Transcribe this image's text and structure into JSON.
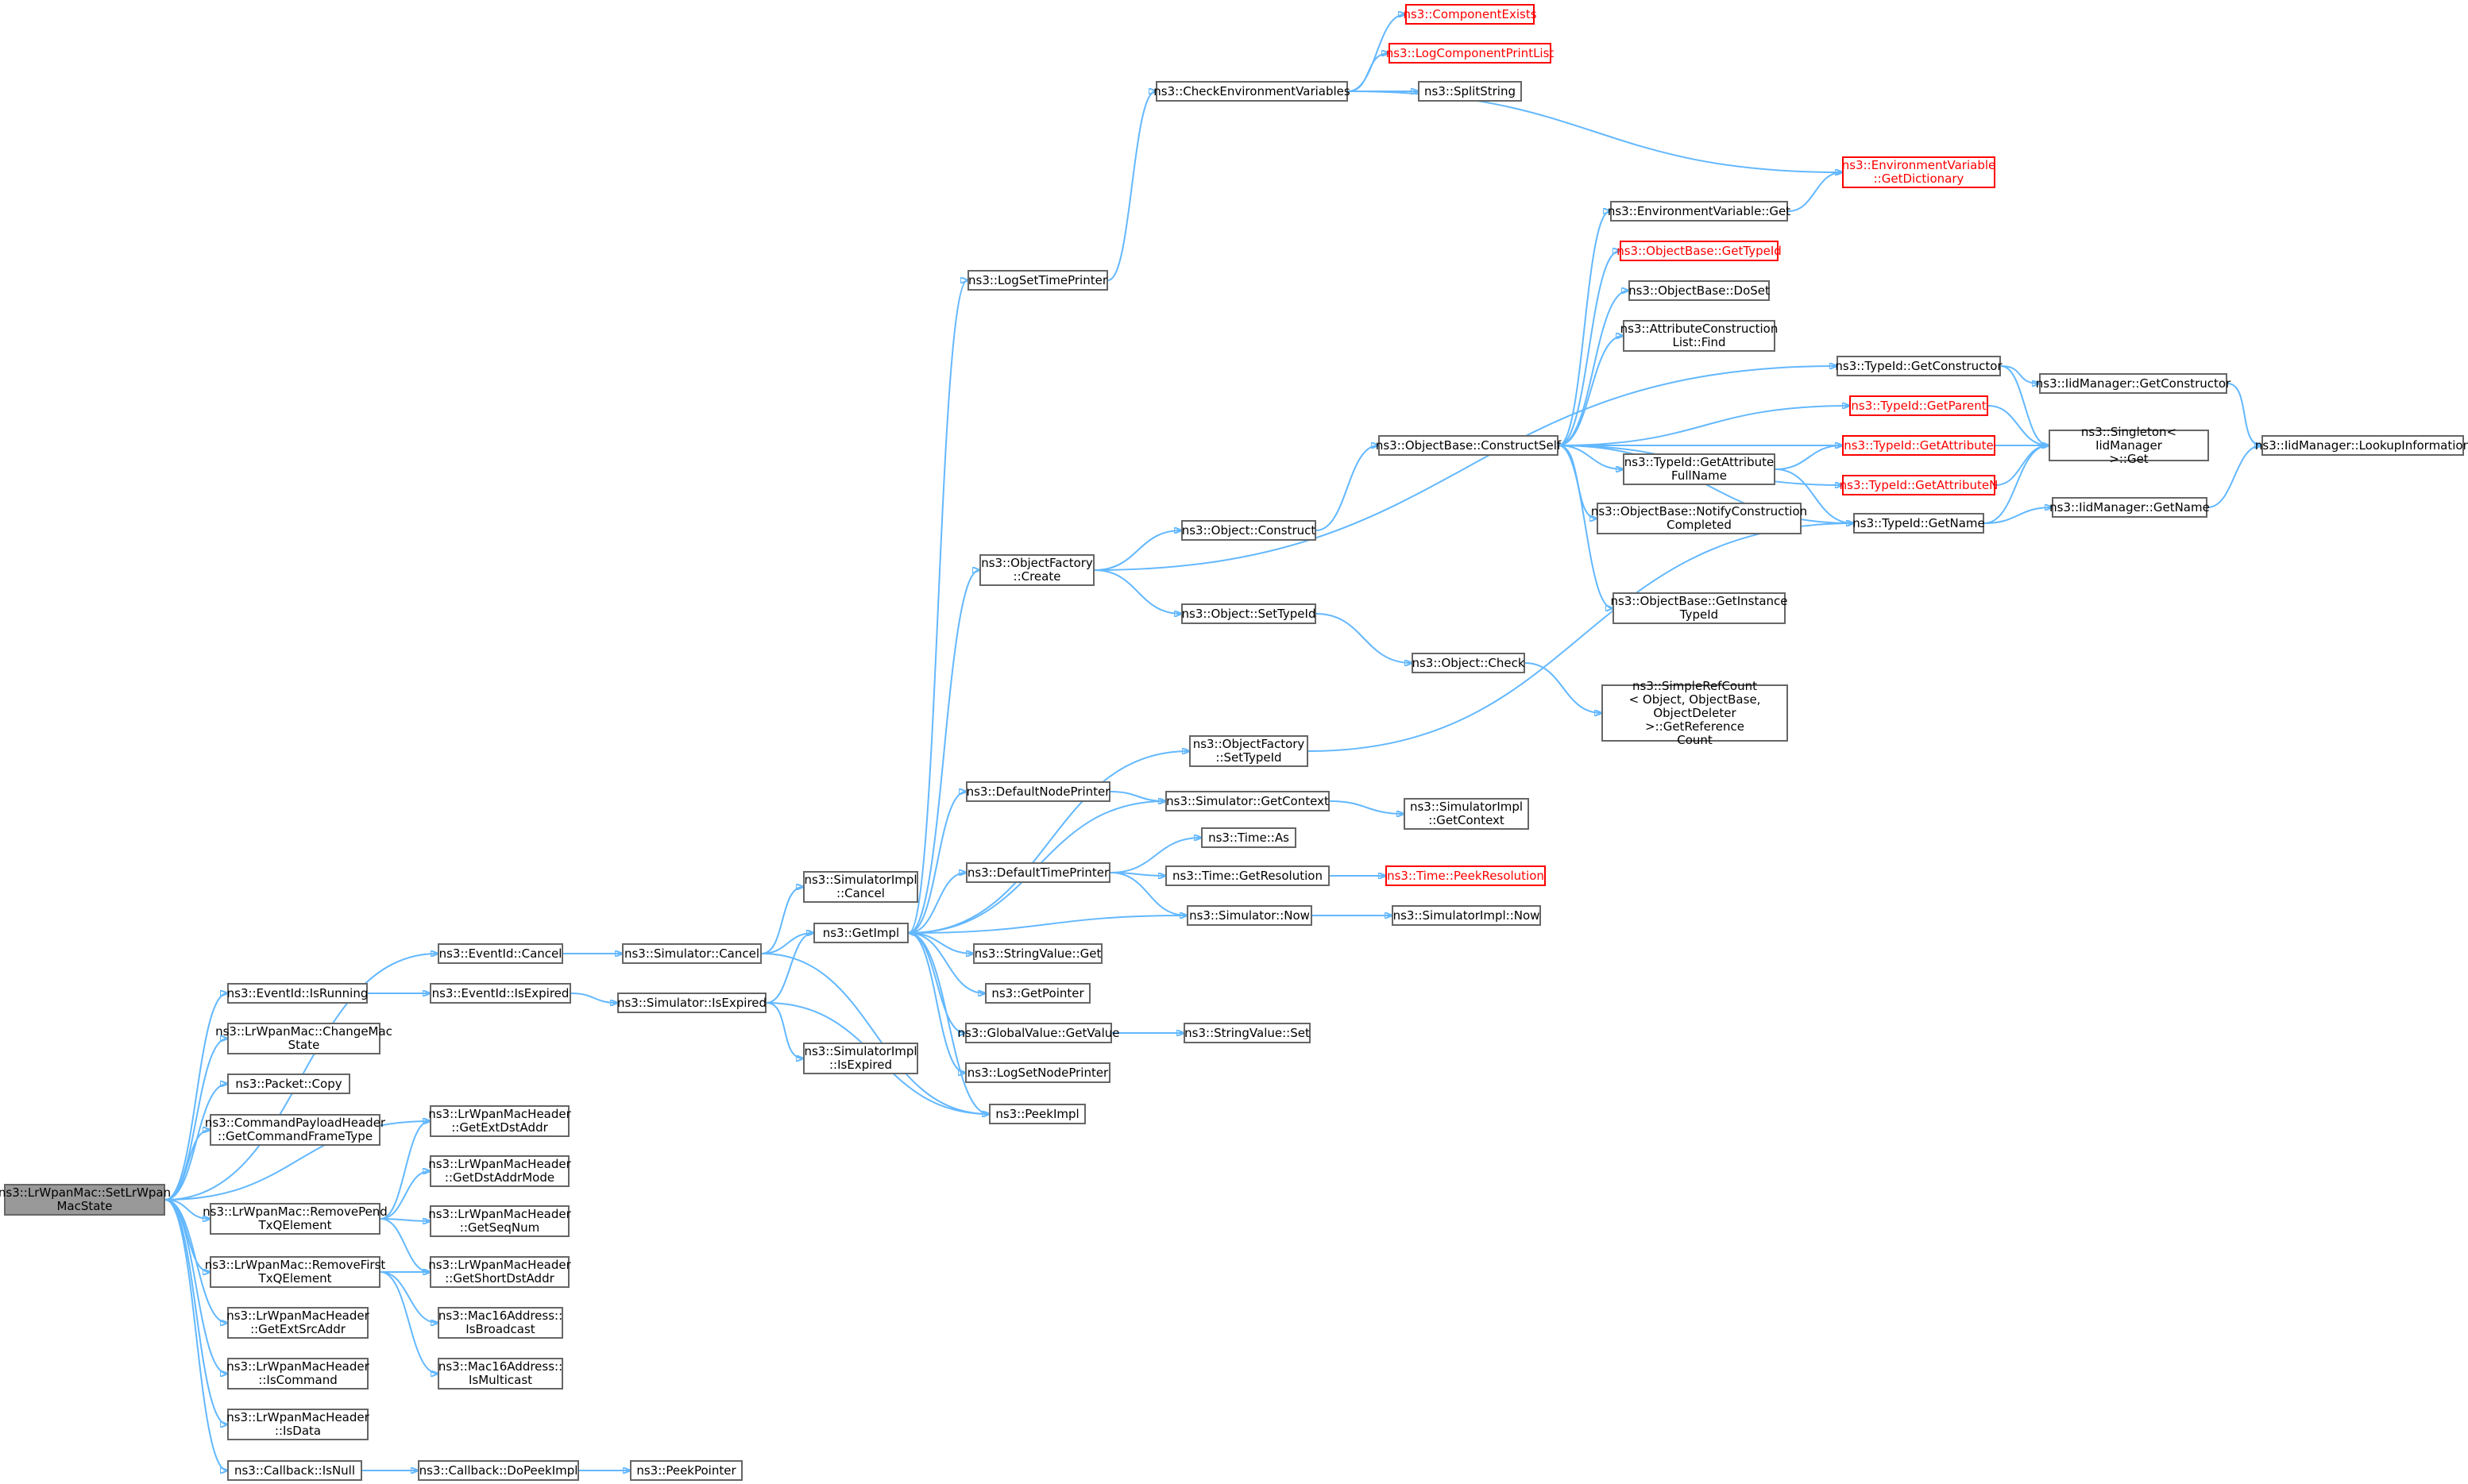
{
  "colors": {
    "edge": "#63b8ff",
    "node_border": "#666666",
    "root_fill": "#999999",
    "truncated_border": "#ff0000"
  },
  "nodes": {
    "setlrwpanmacstate": {
      "label": "ns3::LrWpanMac::SetLrWpan\nMacState",
      "root": true
    },
    "eventid-cancel": {
      "label": "ns3::EventId::Cancel"
    },
    "eventid-isrunning": {
      "label": "ns3::EventId::IsRunning"
    },
    "changemacstate": {
      "label": "ns3::LrWpanMac::ChangeMac\nState"
    },
    "packet-copy": {
      "label": "ns3::Packet::Copy"
    },
    "getcommandframetype": {
      "label": "ns3::CommandPayloadHeader\n::GetCommandFrameType"
    },
    "removependtxq": {
      "label": "ns3::LrWpanMac::RemovePend\nTxQElement"
    },
    "removefirsttxq": {
      "label": "ns3::LrWpanMac::RemoveFirst\nTxQElement"
    },
    "getextsrcaddr": {
      "label": "ns3::LrWpanMacHeader\n::GetExtSrcAddr"
    },
    "iscommand": {
      "label": "ns3::LrWpanMacHeader\n::IsCommand"
    },
    "isdata": {
      "label": "ns3::LrWpanMacHeader\n::IsData"
    },
    "callback-isnull": {
      "label": "ns3::Callback::IsNull"
    },
    "eventid-isexpired": {
      "label": "ns3::EventId::IsExpired"
    },
    "getextdstaddr": {
      "label": "ns3::LrWpanMacHeader\n::GetExtDstAddr"
    },
    "getdstaddrmode": {
      "label": "ns3::LrWpanMacHeader\n::GetDstAddrMode"
    },
    "getseqnum": {
      "label": "ns3::LrWpanMacHeader\n::GetSeqNum"
    },
    "getshortdstaddr": {
      "label": "ns3::LrWpanMacHeader\n::GetShortDstAddr"
    },
    "mac16-isbroadcast": {
      "label": "ns3::Mac16Address::\nIsBroadcast"
    },
    "mac16-ismulticast": {
      "label": "ns3::Mac16Address::\nIsMulticast"
    },
    "callback-dopeekimpl": {
      "label": "ns3::Callback::DoPeekImpl"
    },
    "peekpointer": {
      "label": "ns3::PeekPointer"
    },
    "simulator-cancel": {
      "label": "ns3::Simulator::Cancel"
    },
    "simulator-isexpired": {
      "label": "ns3::Simulator::IsExpired"
    },
    "simimpl-cancel": {
      "label": "ns3::SimulatorImpl\n::Cancel"
    },
    "simimpl-isexpired": {
      "label": "ns3::SimulatorImpl\n::IsExpired"
    },
    "getimpl": {
      "label": "ns3::GetImpl"
    },
    "logsettimeprinter": {
      "label": "ns3::LogSetTimePrinter"
    },
    "objectfactory-create": {
      "label": "ns3::ObjectFactory\n::Create"
    },
    "defaultnodeprinter": {
      "label": "ns3::DefaultNodePrinter"
    },
    "defaulttimeprinter": {
      "label": "ns3::DefaultTimePrinter"
    },
    "stringvalue-get": {
      "label": "ns3::StringValue::Get"
    },
    "getpointer": {
      "label": "ns3::GetPointer"
    },
    "globalvalue-getvalue": {
      "label": "ns3::GlobalValue::GetValue"
    },
    "logsetnodeprinter": {
      "label": "ns3::LogSetNodePrinter"
    },
    "peekimpl": {
      "label": "ns3::PeekImpl"
    },
    "checkenvvars": {
      "label": "ns3::CheckEnvironmentVariables"
    },
    "componentexists": {
      "label": "ns3::ComponentExists",
      "truncated": true
    },
    "logcomponentprintlist": {
      "label": "ns3::LogComponentPrintList",
      "truncated": true
    },
    "splitstring": {
      "label": "ns3::SplitString"
    },
    "envvar-getdictionary": {
      "label": "ns3::EnvironmentVariable\n::GetDictionary",
      "truncated": true
    },
    "object-construct": {
      "label": "ns3::Object::Construct"
    },
    "object-settypeid": {
      "label": "ns3::Object::SetTypeId"
    },
    "object-check": {
      "label": "ns3::Object::Check"
    },
    "simplerefcount": {
      "label": "ns3::SimpleRefCount\n< Object, ObjectBase,\nObjectDeleter >::GetReference\nCount"
    },
    "objectfactory-settypeid": {
      "label": "ns3::ObjectFactory\n::SetTypeId"
    },
    "simulator-getcontext": {
      "label": "ns3::Simulator::GetContext"
    },
    "simimpl-getcontext": {
      "label": "ns3::SimulatorImpl\n::GetContext"
    },
    "time-as": {
      "label": "ns3::Time::As"
    },
    "time-getresolution": {
      "label": "ns3::Time::GetResolution"
    },
    "time-peekresolution": {
      "label": "ns3::Time::PeekResolution",
      "truncated": true
    },
    "simulator-now": {
      "label": "ns3::Simulator::Now"
    },
    "simimpl-now": {
      "label": "ns3::SimulatorImpl::Now"
    },
    "stringvalue-set": {
      "label": "ns3::StringValue::Set"
    },
    "objectbase-constructself": {
      "label": "ns3::ObjectBase::ConstructSelf"
    },
    "envvar-get": {
      "label": "ns3::EnvironmentVariable::Get"
    },
    "objectbase-gettypeid": {
      "label": "ns3::ObjectBase::GetTypeId",
      "truncated": true
    },
    "objectbase-doset": {
      "label": "ns3::ObjectBase::DoSet"
    },
    "attrconstructionlist-find": {
      "label": "ns3::AttributeConstruction\nList::Find"
    },
    "typeid-getattributefullname": {
      "label": "ns3::TypeId::GetAttribute\nFullName"
    },
    "objectbase-notifyconstruction": {
      "label": "ns3::ObjectBase::NotifyConstruction\nCompleted"
    },
    "objectbase-getinstancetypeid": {
      "label": "ns3::ObjectBase::GetInstance\nTypeId"
    },
    "typeid-getconstructor": {
      "label": "ns3::TypeId::GetConstructor"
    },
    "typeid-getparent": {
      "label": "ns3::TypeId::GetParent",
      "truncated": true
    },
    "typeid-getattribute": {
      "label": "ns3::TypeId::GetAttribute",
      "truncated": true
    },
    "typeid-getattributen": {
      "label": "ns3::TypeId::GetAttributeN",
      "truncated": true
    },
    "typeid-getname": {
      "label": "ns3::TypeId::GetName"
    },
    "iidmanager-getconstructor": {
      "label": "ns3::IidManager::GetConstructor"
    },
    "singleton-get": {
      "label": "ns3::Singleton< IidManager\n>::Get"
    },
    "iidmanager-getname": {
      "label": "ns3::IidManager::GetName"
    },
    "iidmanager-lookupinformation": {
      "label": "ns3::IidManager::LookupInformation"
    }
  },
  "edges": [
    [
      "setlrwpanmacstate",
      "eventid-cancel"
    ],
    [
      "setlrwpanmacstate",
      "eventid-isrunning"
    ],
    [
      "setlrwpanmacstate",
      "changemacstate"
    ],
    [
      "setlrwpanmacstate",
      "packet-copy"
    ],
    [
      "setlrwpanmacstate",
      "getcommandframetype"
    ],
    [
      "setlrwpanmacstate",
      "getextdstaddr"
    ],
    [
      "setlrwpanmacstate",
      "removependtxq"
    ],
    [
      "setlrwpanmacstate",
      "removefirsttxq"
    ],
    [
      "setlrwpanmacstate",
      "getextsrcaddr"
    ],
    [
      "setlrwpanmacstate",
      "iscommand"
    ],
    [
      "setlrwpanmacstate",
      "isdata"
    ],
    [
      "setlrwpanmacstate",
      "callback-isnull"
    ],
    [
      "eventid-cancel",
      "simulator-cancel"
    ],
    [
      "eventid-isrunning",
      "eventid-isexpired"
    ],
    [
      "eventid-isexpired",
      "simulator-isexpired"
    ],
    [
      "removependtxq",
      "getextdstaddr"
    ],
    [
      "removependtxq",
      "getdstaddrmode"
    ],
    [
      "removependtxq",
      "getseqnum"
    ],
    [
      "removependtxq",
      "getshortdstaddr"
    ],
    [
      "removefirsttxq",
      "getshortdstaddr"
    ],
    [
      "removefirsttxq",
      "mac16-isbroadcast"
    ],
    [
      "removefirsttxq",
      "mac16-ismulticast"
    ],
    [
      "callback-isnull",
      "callback-dopeekimpl"
    ],
    [
      "callback-dopeekimpl",
      "peekpointer"
    ],
    [
      "simulator-cancel",
      "simimpl-cancel"
    ],
    [
      "simulator-cancel",
      "getimpl"
    ],
    [
      "simulator-cancel",
      "peekimpl"
    ],
    [
      "simulator-isexpired",
      "getimpl"
    ],
    [
      "simulator-isexpired",
      "simimpl-isexpired"
    ],
    [
      "simulator-isexpired",
      "peekimpl"
    ],
    [
      "getimpl",
      "logsettimeprinter"
    ],
    [
      "getimpl",
      "objectfactory-create"
    ],
    [
      "getimpl",
      "objectfactory-settypeid"
    ],
    [
      "getimpl",
      "defaultnodeprinter"
    ],
    [
      "getimpl",
      "simulator-getcontext"
    ],
    [
      "getimpl",
      "defaulttimeprinter"
    ],
    [
      "getimpl",
      "stringvalue-get"
    ],
    [
      "getimpl",
      "getpointer"
    ],
    [
      "getimpl",
      "globalvalue-getvalue"
    ],
    [
      "getimpl",
      "logsetnodeprinter"
    ],
    [
      "getimpl",
      "peekimpl"
    ],
    [
      "logsettimeprinter",
      "checkenvvars"
    ],
    [
      "checkenvvars",
      "componentexists"
    ],
    [
      "checkenvvars",
      "logcomponentprintlist"
    ],
    [
      "checkenvvars",
      "splitstring"
    ],
    [
      "checkenvvars",
      "envvar-getdictionary"
    ],
    [
      "objectfactory-create",
      "typeid-getconstructor"
    ],
    [
      "objectfactory-create",
      "object-construct"
    ],
    [
      "objectfactory-create",
      "object-settypeid"
    ],
    [
      "object-construct",
      "objectbase-constructself"
    ],
    [
      "object-settypeid",
      "object-check"
    ],
    [
      "object-check",
      "simplerefcount"
    ],
    [
      "objectfactory-settypeid",
      "typeid-getname"
    ],
    [
      "defaultnodeprinter",
      "simulator-getcontext"
    ],
    [
      "simulator-getcontext",
      "simimpl-getcontext"
    ],
    [
      "defaulttimeprinter",
      "time-as"
    ],
    [
      "defaulttimeprinter",
      "time-getresolution"
    ],
    [
      "defaulttimeprinter",
      "simulator-now"
    ],
    [
      "time-getresolution",
      "time-peekresolution"
    ],
    [
      "simulator-now",
      "getimpl"
    ],
    [
      "simulator-now",
      "simimpl-now"
    ],
    [
      "globalvalue-getvalue",
      "stringvalue-set"
    ],
    [
      "objectbase-constructself",
      "envvar-get"
    ],
    [
      "objectbase-constructself",
      "objectbase-gettypeid"
    ],
    [
      "objectbase-constructself",
      "objectbase-doset"
    ],
    [
      "objectbase-constructself",
      "attrconstructionlist-find"
    ],
    [
      "objectbase-constructself",
      "typeid-getparent"
    ],
    [
      "objectbase-constructself",
      "typeid-getattribute"
    ],
    [
      "objectbase-constructself",
      "typeid-getattributefullname"
    ],
    [
      "objectbase-constructself",
      "objectbase-notifyconstruction"
    ],
    [
      "objectbase-constructself",
      "typeid-getattributen"
    ],
    [
      "objectbase-constructself",
      "objectbase-getinstancetypeid"
    ],
    [
      "objectbase-constructself",
      "typeid-getname"
    ],
    [
      "envvar-get",
      "envvar-getdictionary"
    ],
    [
      "typeid-getattributefullname",
      "typeid-getattribute"
    ],
    [
      "typeid-getattributefullname",
      "typeid-getname"
    ],
    [
      "typeid-getconstructor",
      "iidmanager-getconstructor"
    ],
    [
      "typeid-getconstructor",
      "singleton-get"
    ],
    [
      "typeid-getparent",
      "singleton-get"
    ],
    [
      "typeid-getattribute",
      "singleton-get"
    ],
    [
      "typeid-getattributen",
      "singleton-get"
    ],
    [
      "typeid-getname",
      "singleton-get"
    ],
    [
      "typeid-getname",
      "iidmanager-getname"
    ],
    [
      "iidmanager-getconstructor",
      "iidmanager-lookupinformation"
    ],
    [
      "iidmanager-getname",
      "iidmanager-lookupinformation"
    ]
  ]
}
